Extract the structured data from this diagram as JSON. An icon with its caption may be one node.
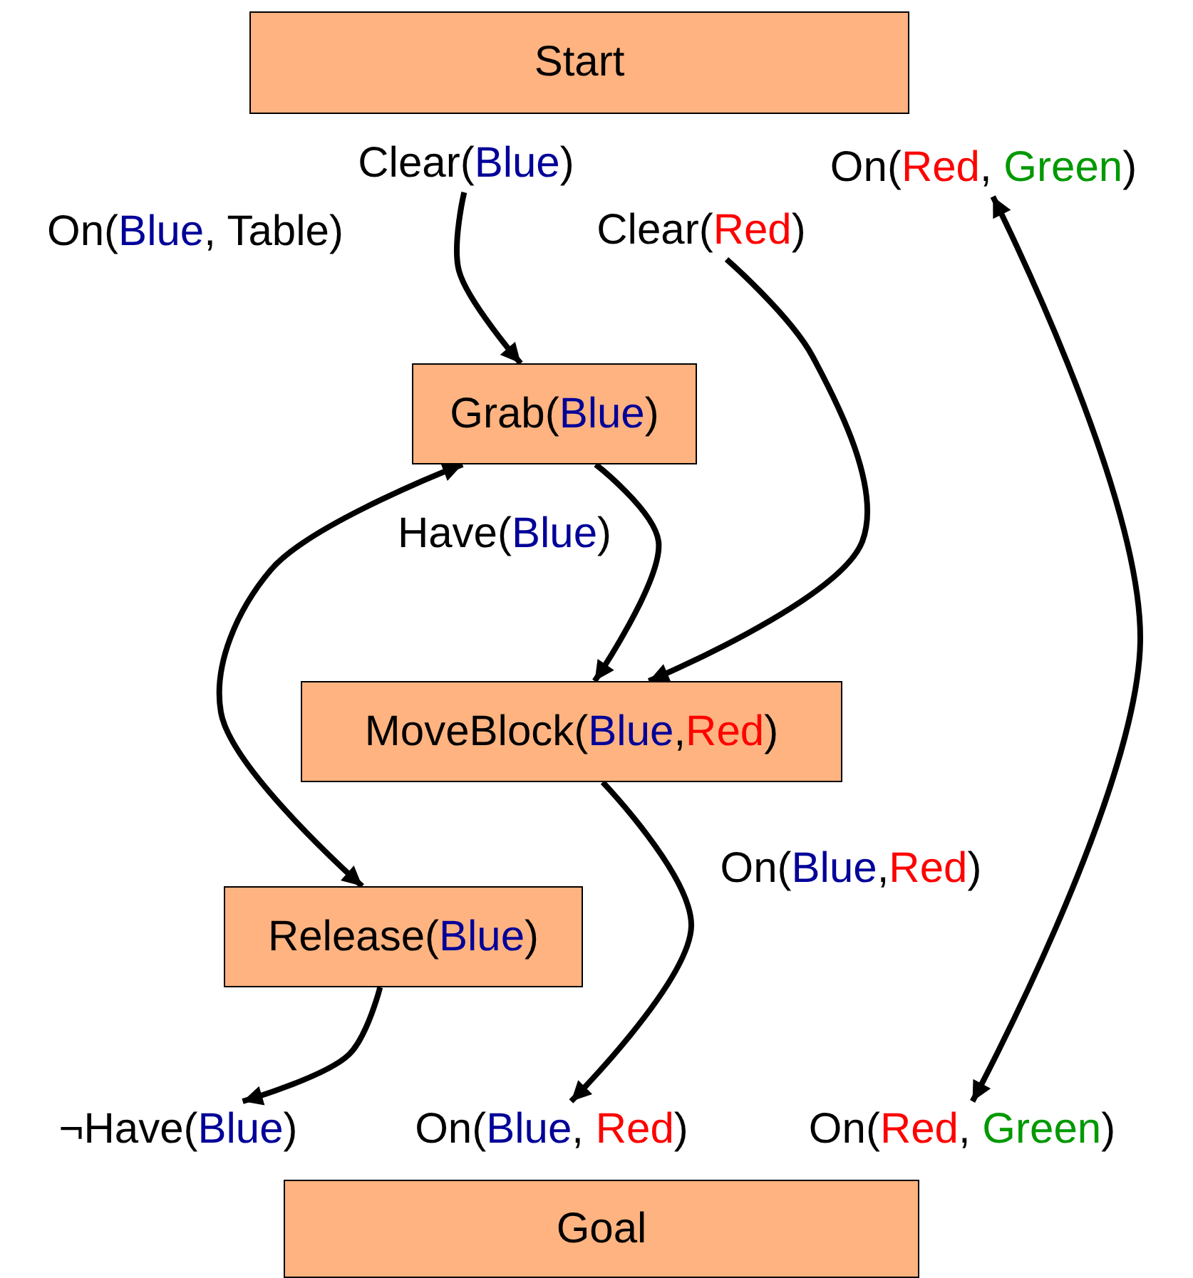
{
  "diagram": {
    "nodes": [
      {
        "text": [
          "Start"
        ]
      },
      {
        "text": [
          "Clear(Blue)"
        ]
      },
      {
        "text": [
          "On(Red, Green)"
        ]
      },
      {
        "text": [
          "Clear(Red)"
        ]
      },
      {
        "text": [
          "Grab(Blue)"
        ]
      },
      {
        "text": [
          "MoveBlock(Blue,Red)"
        ]
      },
      {
        "text": [
          "Release(Blue)"
        ]
      },
      {
        "text": [
          "¬Have(Blue)"
        ]
      },
      {
        "text": [
          "On(Blue, Red)"
        ]
      },
      {
        "text": [
          "On(Red, Green)"
        ]
      },
      {
        "text": [
          "Goal"
        ]
      }
    ],
    "edges": [
      {
        "from": 1,
        "to": 4,
        "arrow": "to"
      },
      {
        "from": 3,
        "to": 5,
        "arrow": "to"
      },
      {
        "from": 4,
        "to": 5,
        "arrow": "to",
        "label": "Have(Blue)"
      },
      {
        "from": 4,
        "to": 6,
        "arrow": "both"
      },
      {
        "from": 6,
        "to": 7,
        "arrow": "to"
      },
      {
        "from": 5,
        "to": 8,
        "arrow": "to",
        "label": "On(Blue,Red)"
      },
      {
        "from": 2,
        "to": 9,
        "arrow": "both"
      }
    ],
    "labels": [
      "On(Blue, Table)"
    ]
  }
}
